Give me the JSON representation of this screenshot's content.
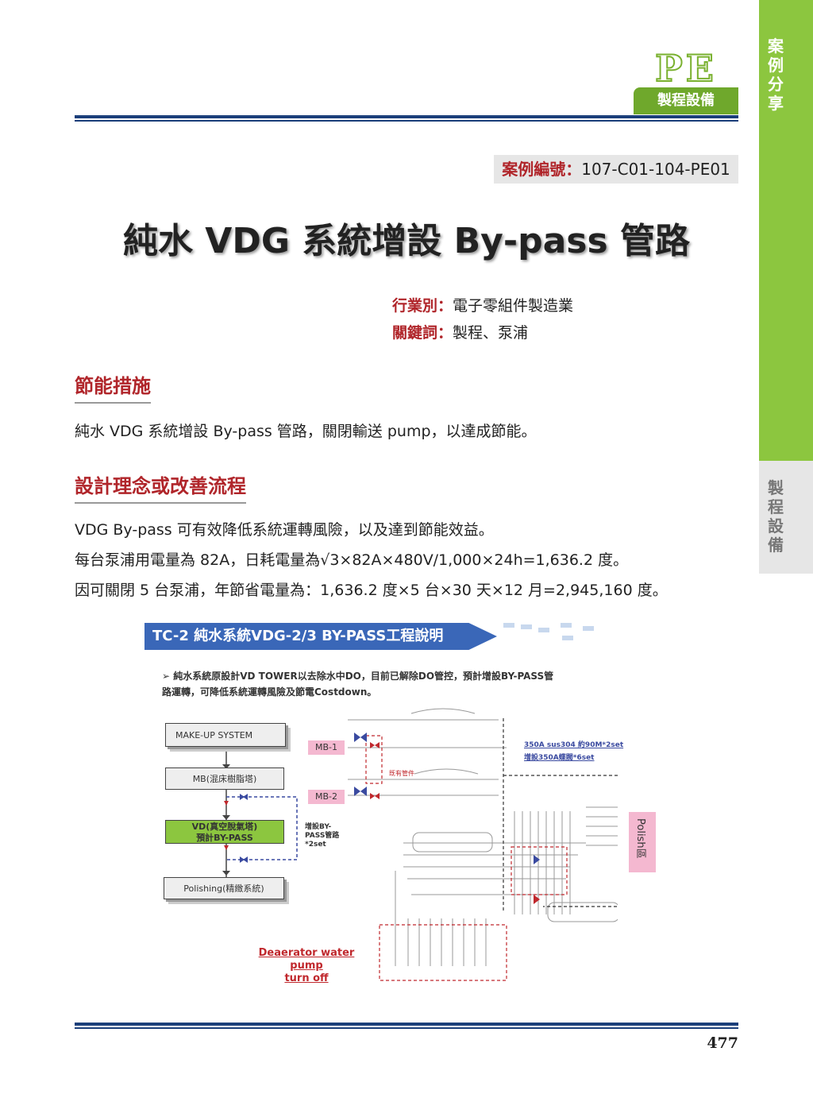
{
  "side_tabs": {
    "active": "案例分享",
    "inactive": "製程設備"
  },
  "header": {
    "badge_logo": "PE",
    "badge_label": "製程設備"
  },
  "case_number": {
    "label": "案例編號：",
    "value": "107-C01-104-PE01"
  },
  "title": "純水 VDG 系統增設 By-pass 管路",
  "meta": [
    {
      "label": "行業別：",
      "value": "電子零組件製造業"
    },
    {
      "label": "關鍵詞：",
      "value": "製程、泵浦"
    }
  ],
  "sections": [
    {
      "heading": "節能措施",
      "lines": [
        "純水 VDG 系統增設 By-pass 管路，關閉輸送 pump，以達成節能。"
      ]
    },
    {
      "heading": "設計理念或改善流程",
      "lines": [
        "VDG By-pass 可有效降低系統運轉風險，以及達到節能效益。",
        "每台泵浦用電量為 82A，日耗電量為√3×82A×480V/1,000×24h=1,636.2 度。",
        "因可關閉 5 台泵浦，年節省電量為：1,636.2 度×5 台×30 天×12 月=2,945,160 度。"
      ]
    }
  ],
  "figure": {
    "title": "TC-2 純水系統VDG-2/3 BY-PASS工程說明",
    "bullet_line1": "➢ 純水系統原設計VD TOWER以去除水中DO，目前已解除DO管控，預計增設BY-PASS管",
    "bullet_line2": "路運轉，可降低系統運轉風險及節電Costdown。",
    "boxes": {
      "makeup": "MAKE-UP SYSTEM",
      "mb": "MB(混床樹脂塔)",
      "vd_line1": "VD(真空脫氣塔)",
      "vd_line2": "預計BY-PASS",
      "polishing": "Polishing(精緻系統)"
    },
    "mb1": "MB-1",
    "mb2": "MB-2",
    "polish_tag": "Polish區",
    "note1": "350A sus304 約90M*2set",
    "note2": "增設350A蝶閥*6set",
    "note3": "增設BY-PASS管路*2set",
    "note4": "既有管件",
    "pump_label_line1": "Deaerator water pump",
    "pump_label_line2": "turn off"
  },
  "page_number": "477"
}
